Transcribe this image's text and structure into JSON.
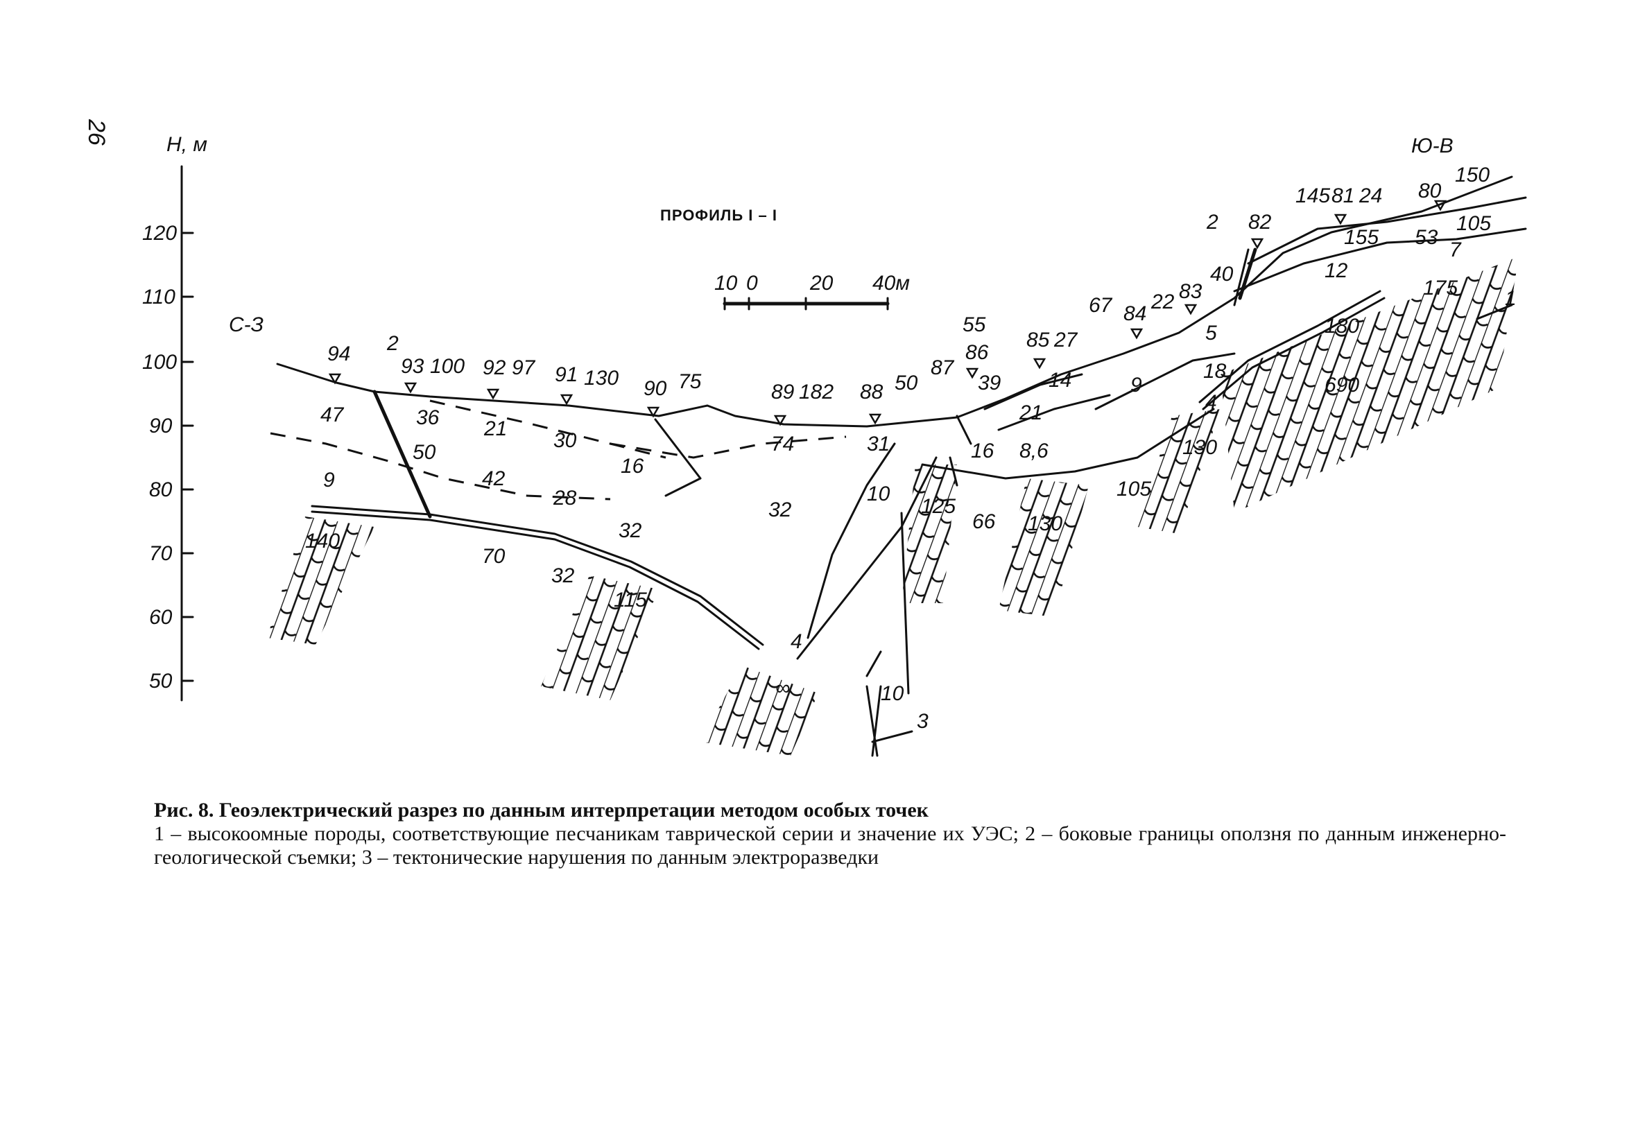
{
  "page_number": "26",
  "figure": {
    "y_axis_label": "Н, м",
    "y_ticks": [
      "120",
      "110",
      "100",
      "90",
      "80",
      "70",
      "60",
      "50"
    ],
    "direction_left": "С-З",
    "direction_right": "Ю-В",
    "profile_title": "ПРОФИЛЬ I – I",
    "scale_labels": [
      "10",
      "0",
      "20",
      "40м"
    ],
    "legend_markers": [
      "1",
      "2",
      "3"
    ],
    "labels": [
      "94",
      "2",
      "93",
      "100",
      "92",
      "97",
      "91",
      "130",
      "90",
      "75",
      "89",
      "182",
      "88",
      "50",
      "55",
      "86",
      "87",
      "39",
      "85",
      "27",
      "67",
      "84",
      "22",
      "83",
      "2",
      "82",
      "145",
      "81",
      "24",
      "80",
      "150",
      "105",
      "155",
      "53",
      "7",
      "40",
      "12",
      "175",
      "5",
      "180",
      "18",
      "690",
      "4",
      "9",
      "14",
      "21",
      "16",
      "8,6",
      "130",
      "105",
      "47",
      "36",
      "50",
      "9",
      "21",
      "42",
      "30",
      "28",
      "16",
      "74",
      "32",
      "31",
      "10",
      "125",
      "66",
      "130",
      "140",
      "70",
      "32",
      "32",
      "115",
      "4",
      "∞",
      "10"
    ]
  },
  "caption": {
    "title": "Рис. 8. Геоэлектрический разрез по данным интерпретации методом особых точек",
    "text": "1 – высокоомные породы, соответствующие песчаникам таврической серии и значение их УЭС; 2 – боковые границы оползня по данным инженерно-геологической съемки; 3 – тектонические нарушения по данным электроразведки"
  }
}
